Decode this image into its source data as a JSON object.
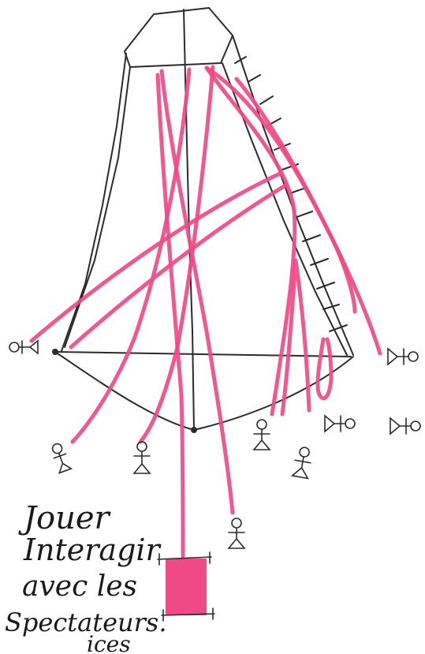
{
  "colors": {
    "ink": "#2b2b2b",
    "pink": "#ef4a86",
    "pink_dark": "#e8336f"
  },
  "caption": {
    "line1": "Jouer",
    "line2": "Interagir",
    "line3": "avec les",
    "line4": "Spectateurs.",
    "line5": "ices"
  }
}
